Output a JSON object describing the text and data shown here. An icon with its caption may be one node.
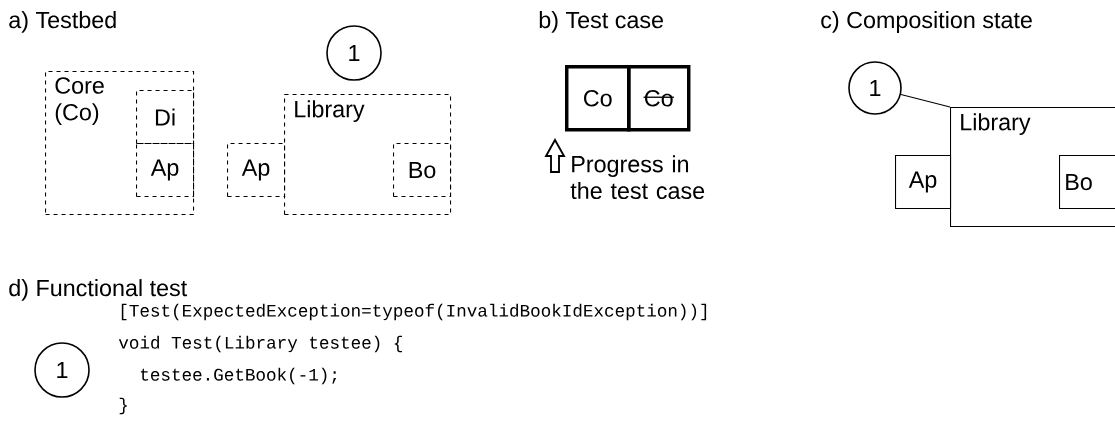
{
  "diagram": {
    "nodes": [
      {
        "text": [
          "Core (Co)"
        ]
      },
      {
        "text": [
          "Di"
        ],
        "in": 0
      },
      {
        "text": [
          "Ap"
        ],
        "in": 0
      },
      {
        "text": [
          "1"
        ]
      },
      {
        "text": [
          "Ap"
        ]
      },
      {
        "text": [
          "Library"
        ]
      },
      {
        "text": [
          "Bo"
        ],
        "in": 5
      },
      {
        "text": [
          "Co"
        ]
      },
      {
        "text": [
          "Co"
        ]
      },
      {
        "text": [
          "1"
        ]
      },
      {
        "text": [
          "Library"
        ]
      },
      {
        "text": [
          "Ap"
        ]
      },
      {
        "text": [
          "Bo"
        ],
        "in": 10
      },
      {
        "text": [
          "1"
        ]
      }
    ],
    "edges": [
      {
        "from": 9,
        "to": 10,
        "arrow": "none"
      }
    ],
    "labels": [
      "a) Testbed",
      "b) Test case",
      "c) Composition state",
      "Progress in the test case",
      "d) Functional test",
      "[Test(ExpectedException=typeof(InvalidBookIdException))]",
      "void Test(Library testee) {",
      "testee.GetBook(-1);",
      "}"
    ]
  }
}
